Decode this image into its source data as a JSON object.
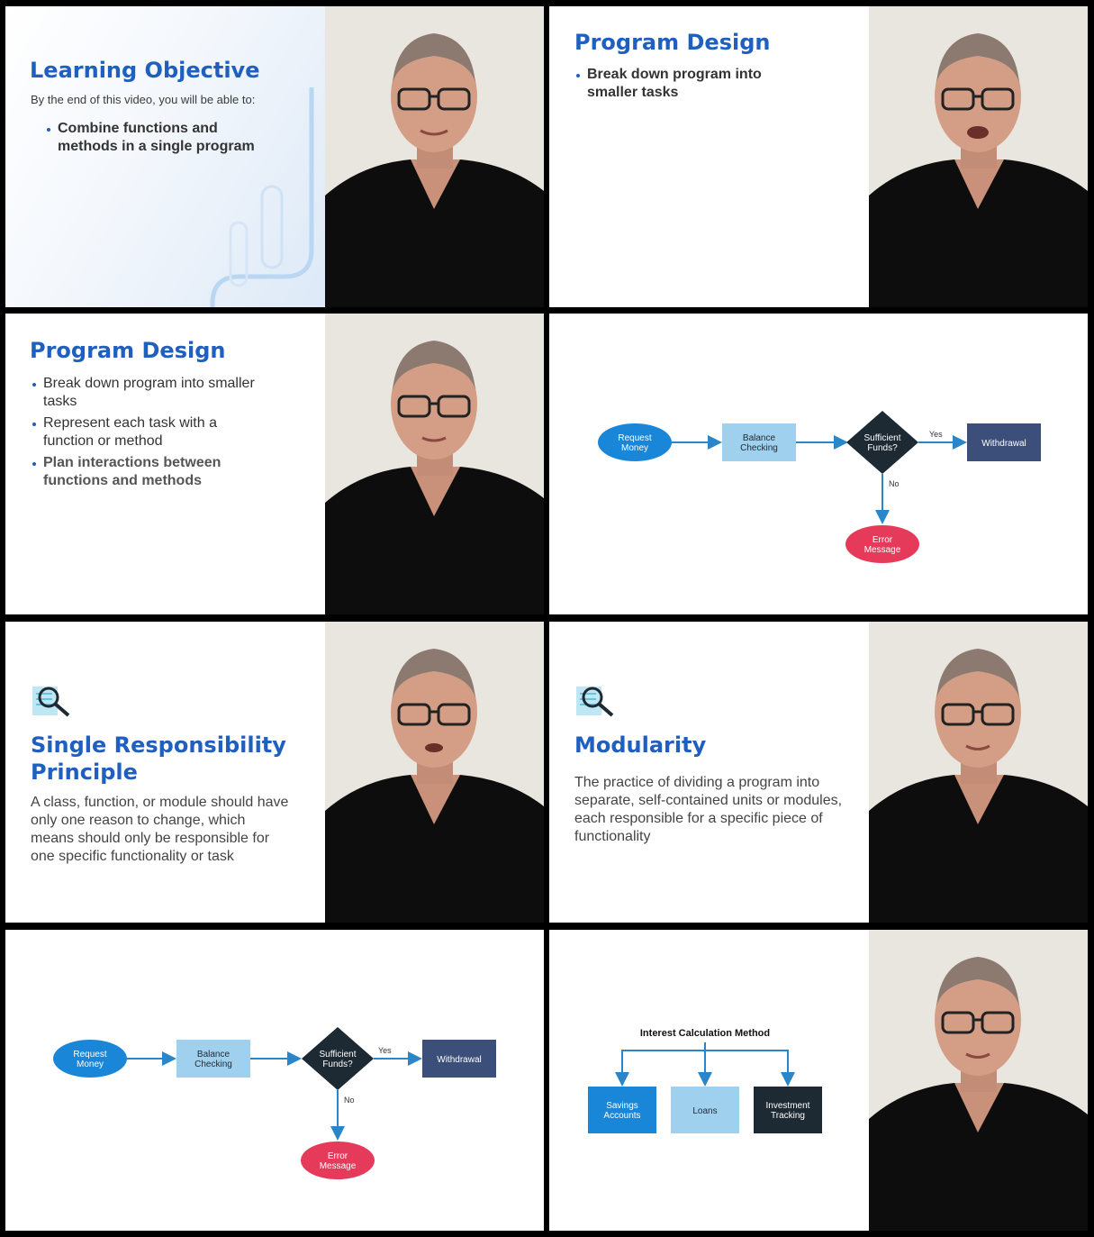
{
  "frame1": {
    "title": "Learning Objective",
    "subtitle": "By the end of this video, you will be able to:",
    "bullets": [
      "Combine functions and methods in a single program"
    ]
  },
  "frame2": {
    "title": "Program Design",
    "bullets": [
      "Break down program into smaller tasks"
    ]
  },
  "frame3": {
    "title": "Program Design",
    "bullets": [
      "Break down program into smaller tasks",
      "Represent each task with a function or method",
      "Plan interactions between functions and methods"
    ]
  },
  "flowchart": {
    "request": [
      "Request",
      "Money"
    ],
    "balance": [
      "Balance",
      "Checking"
    ],
    "decision": [
      "Sufficient",
      "Funds?"
    ],
    "yes": "Yes",
    "no": "No",
    "withdrawal": "Withdrawal",
    "error": [
      "Error",
      "Message"
    ],
    "colors": {
      "request": "#1a86d8",
      "balance": "#9fd0ee",
      "decision": "#1e2a33",
      "withdrawal": "#3b4f7a",
      "error": "#e63a5a",
      "arrow": "#2a86c9"
    }
  },
  "frame5": {
    "icon": "magnifier-document-icon",
    "title": "Single Responsibility Principle",
    "title_lines": [
      "Single Responsibility",
      "Principle"
    ],
    "body": "A class, function, or module should have only one reason to change, which means should only be responsible for one specific functionality or task"
  },
  "frame6": {
    "icon": "magnifier-document-icon",
    "title": "Modularity",
    "body": "The practice of dividing a program into separate, self-contained units or modules, each responsible for a specific piece of functionality"
  },
  "frame8": {
    "heading": "Interest Calculation Method",
    "boxes": [
      {
        "lines": [
          "Savings",
          "Accounts"
        ],
        "color": "#1a86d8",
        "text_color": "#ffffff"
      },
      {
        "lines": [
          "Loans"
        ],
        "color": "#9fd0ee",
        "text_color": "#1e2a33"
      },
      {
        "lines": [
          "Investment",
          "Tracking"
        ],
        "color": "#1e2a33",
        "text_color": "#ffffff"
      }
    ]
  },
  "colors": {
    "title": "#1f5fbf",
    "speaker_bg": "#e9e6df"
  }
}
